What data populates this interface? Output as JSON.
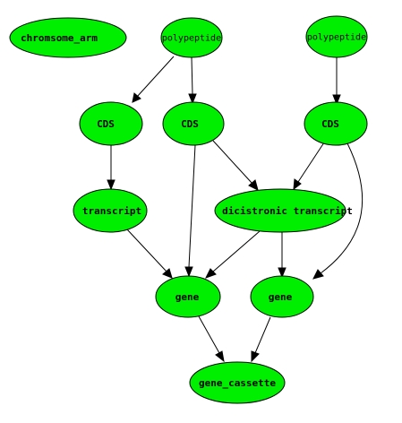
{
  "colors": {
    "node_fill": "#00ee00",
    "node_stroke": "#000000",
    "edge": "#000000",
    "background": "#ffffff"
  },
  "nodes": {
    "chromosome_arm": "chromsome_arm",
    "polypeptide_1": "polypeptide",
    "polypeptide_2": "polypeptide",
    "cds_1": "CDS",
    "cds_2": "CDS",
    "cds_3": "CDS",
    "transcript": "transcript",
    "dicistronic_transcript": "dicistronic transcript",
    "gene_1": "gene",
    "gene_2": "gene",
    "gene_cassette": "gene_cassette"
  },
  "edges": [
    {
      "from": "polypeptide_1",
      "to": "cds_1"
    },
    {
      "from": "polypeptide_1",
      "to": "cds_2"
    },
    {
      "from": "polypeptide_2",
      "to": "cds_3"
    },
    {
      "from": "cds_1",
      "to": "transcript"
    },
    {
      "from": "cds_2",
      "to": "gene_1"
    },
    {
      "from": "cds_2",
      "to": "dicistronic_transcript"
    },
    {
      "from": "cds_3",
      "to": "dicistronic_transcript"
    },
    {
      "from": "cds_3",
      "to": "gene_2"
    },
    {
      "from": "transcript",
      "to": "gene_1"
    },
    {
      "from": "dicistronic_transcript",
      "to": "gene_1"
    },
    {
      "from": "dicistronic_transcript",
      "to": "gene_2"
    },
    {
      "from": "gene_1",
      "to": "gene_cassette"
    },
    {
      "from": "gene_2",
      "to": "gene_cassette"
    }
  ]
}
